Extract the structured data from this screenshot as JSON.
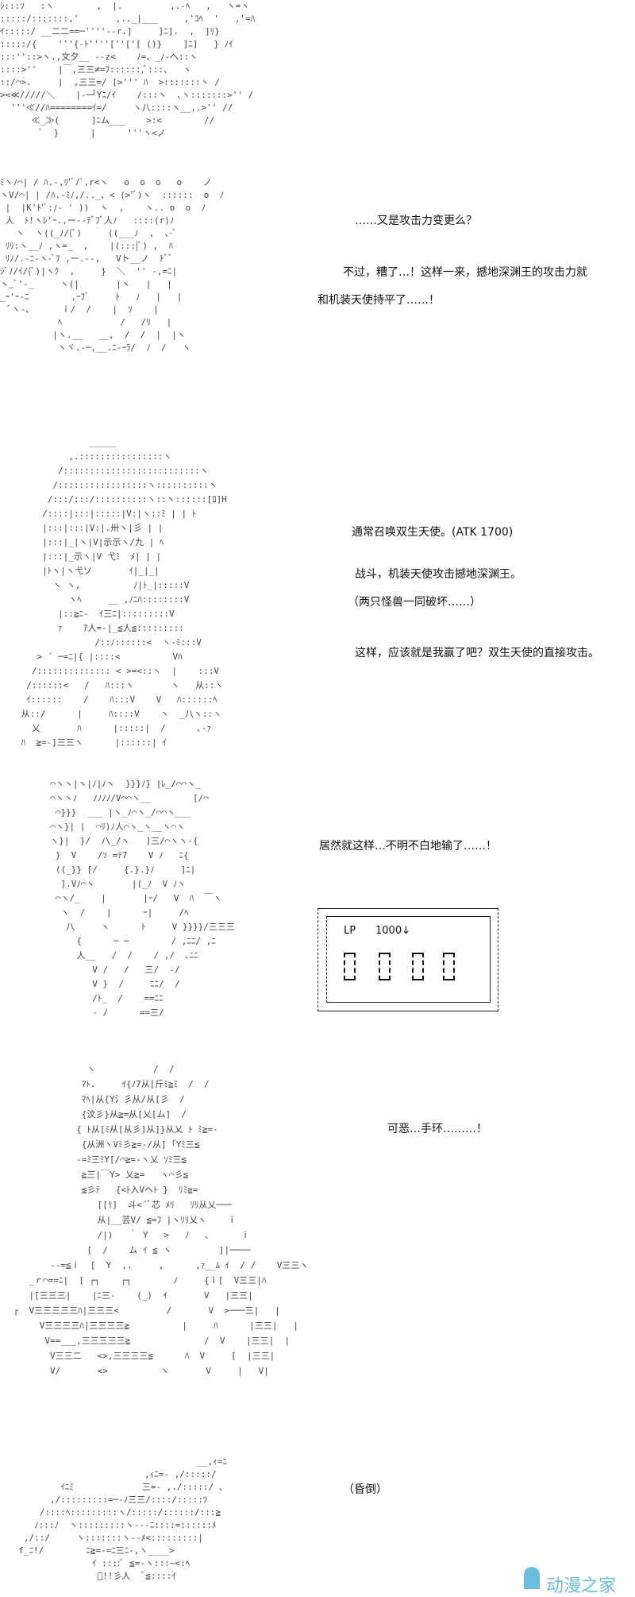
{
  "panel1": {
    "art": [
      "ｼ:::ｿ   :ヽ        ,  |.         ,.-ﾍ   ,   ヽ=ヽ",
      ":::::/:::::::,'       ,.._|___     ,'ｺﾍ  '   ,'=ﾊ",
      "ｲ:::::/ __二二==─''''--r.]     ]ﾆ].  ,  ]ﾘ}",
      ":::::/{    '''{-ﾄ''''[''['[ ()}    ]ﾆ]   } ﾉｲ",
      ":::''::>ヽ.,文夕__ --z<    ﾉ=、_ﾉ-へ::ヽ",
      "::::>''    |￣,三三≠=ﾌ::::::,ﾞ:::、  ヽ",
      "::/⌒>.     |  ,三三=/ [>''' ﾊ  >:::::::ヽ /",
      "><≪/////＼    |-─┘Yﾆ/ｲ    /:::ヽ  ､ヽ:::::::>'' /",
      "  '''≪//ﾊ========ｲ=/     ヽ八::::ヽ__,.>'' //",
      "      ≪_≫(      ]ﾆム___    >:<        //",
      "        ﾞ  }      |      '''ヽ<ノ"
    ],
    "lines": [
      "……又是攻击力变更么？",
      "不过，糟了…！这样一来，撼地深渊王的攻击力就",
      "和机装天使持平了……！"
    ]
  },
  "panel2": {
    "art": [
      "ﾐヽﾉ⌒| / ﾊ.-,ﾘ'ﾞﾉﾞ,r<ヽ   o  o  o   o    ノ",
      "ヽV/⌒| | /ﾊ.-ﾐﾉ,/.._、< (>'ﾞ)ヽ  ::::::  o  ﾉ",
      " |  |K'ﾄ'ﾞ:ﾉ- ' ))  ヽ  ,    ヽ.. o  o  ﾉ",
      " 人  ﾄ!ヽﾚ'ｰ.,ー--ﾃﾞﾌﾞ人ﾉ   ::::(r)ﾉ",
      "   ヽ  ヽ((_ﾉ/(ﾞ)     ((___ﾉ  ,  ､-ﾞ",
      " ﾘﾘ:ヽ__ﾉ ,ヽ=_  ,    |(:::|ﾞ) ,  ﾊ",
      " ﾘﾉ/.-ﾆ-ヽ-ﾞﾌ ,ー.--,   Vト__ノ  ﾄﾞﾞ",
      "ｼﾞﾉ/ｲ/(ﾞ)|ヽｸ  ,     }  ＼  '' -,=ﾆ|",
      "ヽ_ﾞ'-_     ヽ(|       |ヽ   |   |",
      "_ｰ'ｰ-ﾆ        ,ｰﾌﾞ     ﾄ   ﾉ   |   |",
      "  ﾞヽ-､      ｉ/  /    |  ｿ    |",
      "           ﾍ           /   /ﾘ   |",
      "          |ヽ.__   __,  /  /  |  |ヽ",
      "           ヽヾ.-─,__.ﾆ-ｰﾗ/  ﾉ  /   ヽ"
    ]
  },
  "panel3": {
    "art": [
      "              _____",
      "          ,.::::::::::::::::ヽ",
      "        /::::::::::::::::::::::::::ヽ",
      "       /:::::::::::::::::ヽ::::::::::ヽ",
      "      /:::/:::/::::::::::ヽ::ヽ::::::[ﾛ]H",
      "     /::::|:::|:::::|V:|ヽ::ﾐ | | ﾄ",
      "     |:::|:::|V:|.卅ヽ|彡 | |",
      "     |:::|_|ヽ|V|示示ヽ/九 | ﾍ",
      "     |:::|_示ヽ|V 弋ﾐ  ﾒ| | |",
      "     |ﾄヽ|ヽ弋ソ       ｲ|_|_|",
      "       ヽ ヽ,          ﾉ|ﾄ_|:::::V",
      "          ヽﾍ     __ ,ﾉﾆﾊ::::::::V",
      "        |::≧ﾆ-  ｲ三ﾆ|:::::::::V",
      "        ｧ    ｱ人=-|_≦人≦:::::::::",
      "               /::ﾉ::::::<  ヽ-ﾐ:::V",
      "    > ´ ─=ﾆ|{ |::::<          Vﾊ",
      "   /:::::::::::::: < >=<::ヽ  |    :::V",
      "  /::::::<   /   ﾊ:::ヽ       ヽ   从::ヽ",
      "  ｲ::::::    /    ﾊ:::V    V   ﾊ::::::ﾍ",
      " 从::/      |     ﾊ::::V    ヽ  _八ヽ::ヽ",
      "   乂       ﾊ      |:::::|  /      ､-ｧ",
      " ﾊ  ≧=-]三三ヽ      |::::::| ｲ"
    ],
    "lines": [
      "通常召唤双生天使。(ATK 1700)",
      "战斗，机装天使攻击撼地深渊王。",
      "（两只怪兽一同破坏……）",
      "这样，应该就是我赢了吧？双生天使的直接攻击。"
    ]
  },
  "panel4": {
    "art": [
      "  ⌒ヽヽ|ヽ|ﾉ|ﾉヽ  }}}ﾉ} |ﾚ_/⌒⌒ヽ_",
      "  ⌒ヽヽﾉ   ﾉﾉﾉﾉ/V⌒⌒ヽ__        [/⌒",
      "   ⌒}}}  ___ |ヽ_ﾉ⌒ヽ_/⌒⌒ヽ___",
      "  ⌒ヽ}| |  ⌒ﾘ)ﾉ人⌒ヽ_ヽ__ヽ⌒ヽ",
      "  ヽ}|  }/  ﾉ\\_/ヽ   ]三/⌒ヽヽ-{",
      "   }  V    /ｿ =ﾃ7    V ﾉ   ﾆ{",
      "   ((_}} [/     {.}.}ﾉ     ]ﾆ|",
      "    ].Vﾉ⌒ヽ       |(_ﾉ  V ﾉヽ",
      "   ⌒ヽ/_    |       |ｰ/   V  ﾊ  ￣ヽ",
      "    ヽ  /    |      ｰ|     /ﾍ",
      "     八     ヽ      ﾄ     V }}}}/三三三",
      "       {      ─ ─        / ,ﾆﾆ/ ,ﾆ",
      "       人__   /  /    / ,/  ､ﾆﾆ",
      "          V /   /   三/  -/",
      "          V }  /     ﾆﾆ/  /",
      "          /ﾄ_  /    ==ﾆﾆ",
      "          - /      ==三/"
    ],
    "line": "居然就这样…不明不白地输了……！",
    "lp": {
      "label": "LP",
      "value": "1000↓",
      "digits": [
        "0",
        "0",
        "0",
        "0"
      ]
    }
  },
  "panel5": {
    "art": [
      "               ヽ           /  /",
      "              ﾏﾄ.     ｲ{ﾉ7从[斤ﾐ≧ﾐ  /  /",
      "              ﾏﾍ|从{Y⺡彡从/从[彡  /",
      "              {汶彡}从≧=从[乂[ム]  /",
      "             { ﾄ从[ﾐ从[从彡]从]}从乂 ﾄ ﾐ≧=-",
      "              {从洲ヽVﾐ彡≧=-/从] ｢Yﾐ三≦",
      "             -=ﾐ三ﾐY[/⌒≧=-ヽ乂 ｿﾐ三≦",
      "              ≧三|￣Y> 乂≧=   ヽ⌒彡≦",
      "              ≦彡ﾃ   {<ﾄ入Vヘﾄ }  ﾘﾐ≧=",
      "                 [[ﾘ]  斗<´ﾞ芯 ﾒﾘ   ﾘﾘ从乂───",
      "                 从|__芸V/ ≦=ﾌ |ヽﾘﾘ乂ヽ    ｉ",
      "                 /|)   ｀ Y   >   ﾉ   ､      ｉ",
      "               [  /    ム ｲ ≦ ヽ         ]|────",
      "        --=≦ｉ  [  Y  ,.     ,      ,ｧ__ﾑ ｲ  / /    V三三ヽ",
      "    _ｒ⌒==ﾆ|  [ ┌┐    ┌┐        ﾉ     {ｉ[  V三三|ﾊ",
      "    |[三三三|    |ﾆ三-    (_)  ｲ       V   |三三|",
      " ┌  V三三三三三ﾊ|三三三<         /       V  >───三|   |",
      "      V三三三三ﾊ|三三三三≧          |     ﾊ      |三三|   |",
      "       V==___,三三三三三≧              /  V    |三三|  |",
      "        V三三二   <>,三三三三≦      ﾊ  V     [  |三三|",
      "        V/       <>          ヽ       V     |   V|"
    ],
    "line": "可恶…手环………！"
  },
  "panel6": {
    "art": [
      "                                    __,ｨ=ﾆ",
      "                          ,ｨﾆ=- ,/:::::/",
      "          ｲﾆﾐ             三=- ,./:::::/ ､",
      "        ,/:::::::::=─-ﾉ三三/::::/:::::ﾂ",
      "      /::::ﾍ:::::::::ヽ/:::::/::::::/:::≧",
      "     ﾉ:::ﾉ  ヽ:::::::::ヽ---ﾆ::::=::::::ﾒ",
      "   ,/::/     ヽ:::::::ヽ--ﾒ<:::::::::|",
      "  f_ﾆ!/        ﾆ≧=-=ﾆ三ﾆ-,ヽ____>",
      "                ｲ ::::ﾞ ≦=-ヽ:::~<:ﾍ",
      "                 ﾞ!!彡人  ﾞ≦::::ｲ"
    ],
    "line": "（昏倒）"
  },
  "watermark": {
    "text": "动漫之家",
    "color": "#6bbfdc"
  }
}
